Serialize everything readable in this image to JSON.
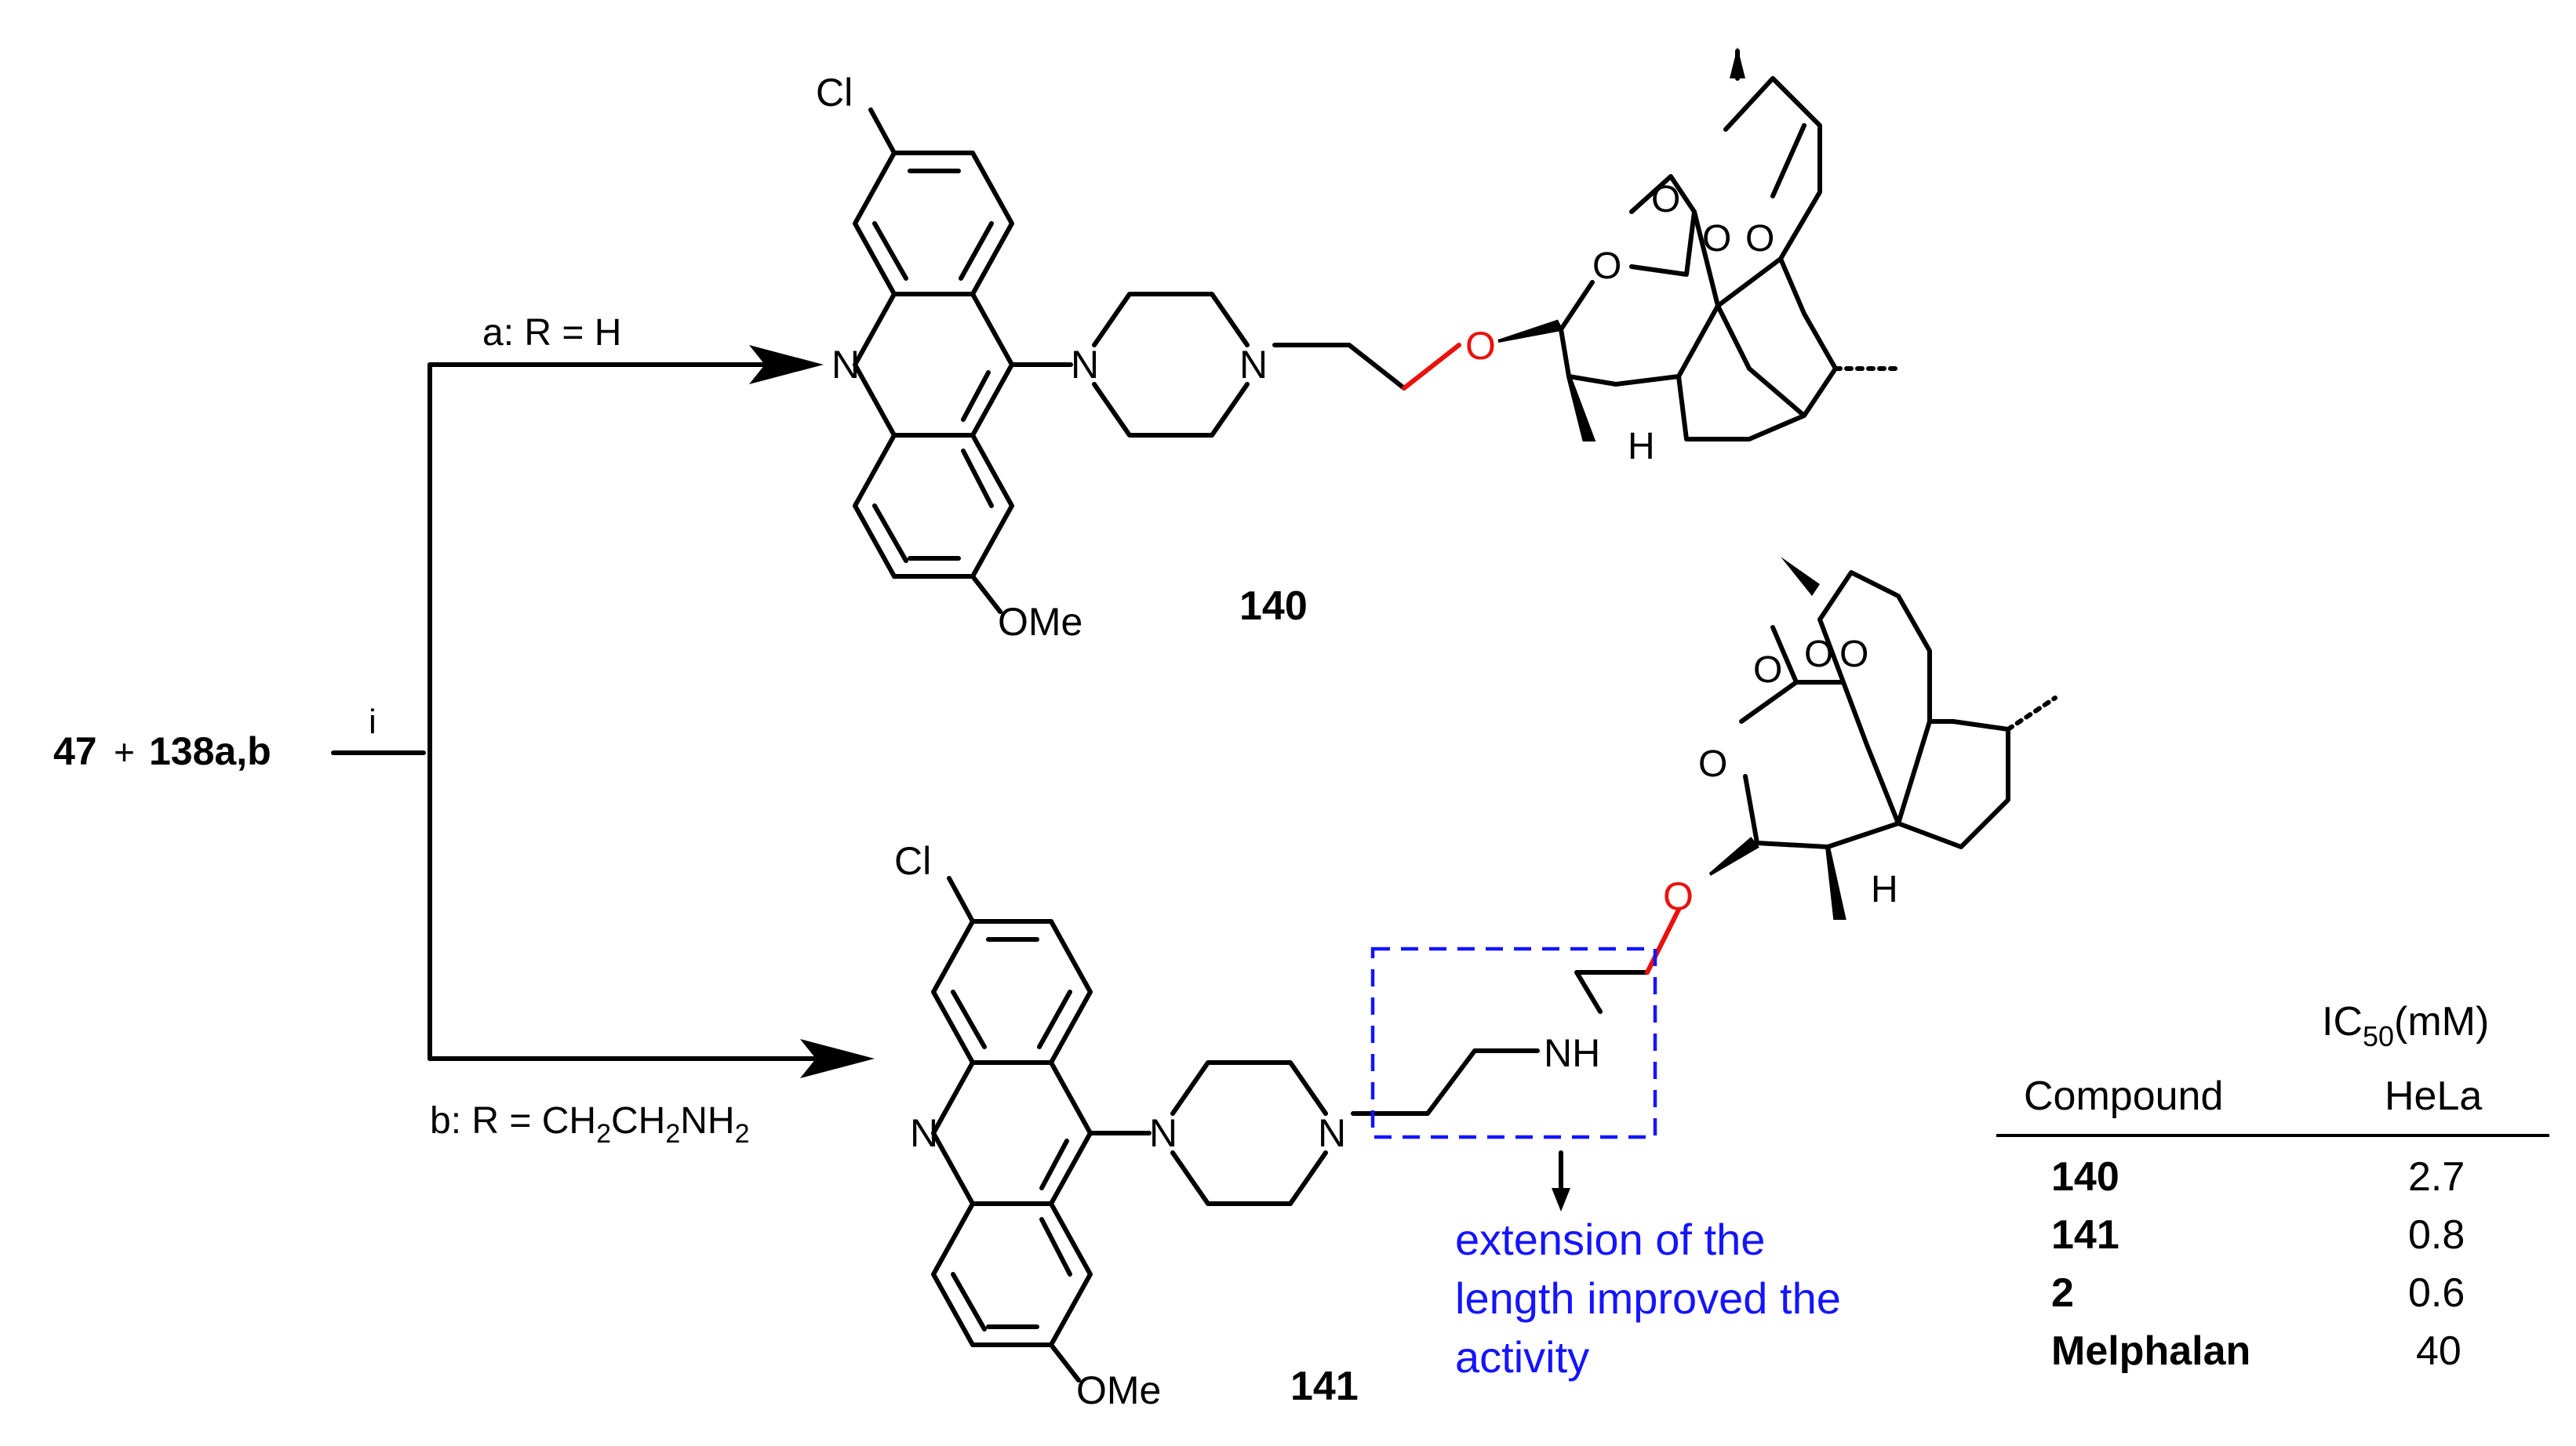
{
  "reaction": {
    "reactant_a": "47",
    "plus": "+",
    "reactant_b": "138a,b",
    "condition": "i",
    "branch_a": "a: R = H",
    "branch_b_prefix": "b: R = CH",
    "branch_b_sub1": "2",
    "branch_b_mid": "CH",
    "branch_b_sub2": "2",
    "branch_b_mid2": "NH",
    "branch_b_sub3": "2"
  },
  "atoms": {
    "cl": "Cl",
    "n": "N",
    "ome": "OMe",
    "o": "O",
    "h": "H",
    "nh": "NH"
  },
  "products": {
    "p140": "140",
    "p141": "141"
  },
  "annotation": {
    "lines": [
      "extension of the",
      "length improved the",
      "activity"
    ],
    "color": "#1414ff"
  },
  "table": {
    "header_ic": "IC",
    "header_ic_sub": "50",
    "header_ic_unit": "(mM)",
    "col_compound": "Compound",
    "col_cell": "HeLa",
    "rows": [
      {
        "compound": "140",
        "value": "2.7"
      },
      {
        "compound": "141",
        "value": "0.8"
      },
      {
        "compound": "2",
        "value": "0.6"
      },
      {
        "compound": "Melphalan",
        "value": "40"
      }
    ]
  },
  "colors": {
    "ether_oxygen": "#e8120c",
    "highlight": "#1414ff"
  }
}
